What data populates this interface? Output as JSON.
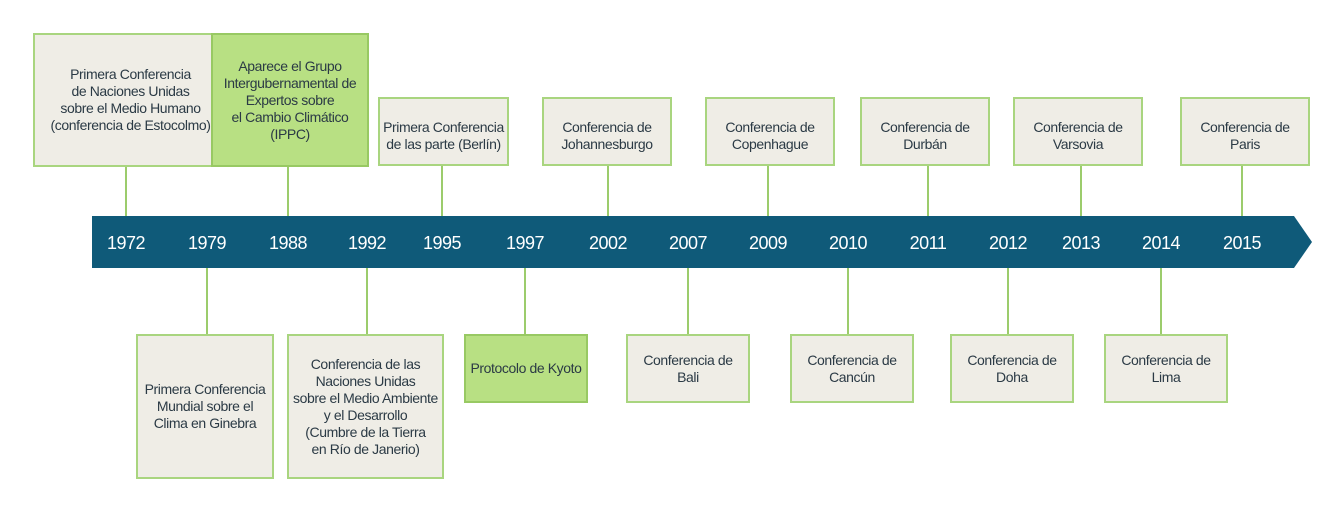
{
  "colors": {
    "bar": "#0f5a79",
    "box_fill": "#efede6",
    "box_border": "#a9d57f",
    "highlight_fill": "#b8e083",
    "stem": "#9ccc6c",
    "text": "#2b3a45"
  },
  "events": [
    {
      "year": "1972",
      "label": "Primera Conferencia\nde Naciones Unidas\nsobre el Medio Humano\n(conferencia de Estocolmo)",
      "side": "top",
      "highlight": false
    },
    {
      "year": "1979",
      "label": "Primera Conferencia\nMundial  sobre el\nClima en Ginebra",
      "side": "bottom",
      "highlight": false
    },
    {
      "year": "1988",
      "label": "Aparece el Grupo\nIntergubernamental de\nExpertos sobre\nel Cambio Climático\n(IPPC)",
      "side": "top",
      "highlight": true
    },
    {
      "year": "1992",
      "label": "Conferencia de las\nNaciones Unidas\nsobre el Medio Ambiente\ny el Desarrollo\n(Cumbre de la Tierra\nen Río de Janerio)",
      "side": "bottom",
      "highlight": false
    },
    {
      "year": "1995",
      "label": "Primera Conferencia\nde las parte (Berlín)",
      "side": "top",
      "highlight": false
    },
    {
      "year": "1997",
      "label": "Protocolo de Kyoto",
      "side": "bottom",
      "highlight": true
    },
    {
      "year": "2002",
      "label": "Conferencia de\nJohannesburgo",
      "side": "top",
      "highlight": false
    },
    {
      "year": "2007",
      "label": "Conferencia de\nBali",
      "side": "bottom",
      "highlight": false
    },
    {
      "year": "2009",
      "label": "Conferencia de\nCopenhague",
      "side": "top",
      "highlight": false
    },
    {
      "year": "2010",
      "label": "Conferencia de\nCancún",
      "side": "bottom",
      "highlight": false
    },
    {
      "year": "2011",
      "label": "Conferencia de\nDurbán",
      "side": "top",
      "highlight": false
    },
    {
      "year": "2012",
      "label": "Conferencia de\nDoha",
      "side": "bottom",
      "highlight": false
    },
    {
      "year": "2013",
      "label": "Conferencia de\nVarsovia",
      "side": "top",
      "highlight": false
    },
    {
      "year": "2014",
      "label": "Conferencia de\nLima",
      "side": "bottom",
      "highlight": false
    },
    {
      "year": "2015",
      "label": "Conferencia de\nParis",
      "side": "top",
      "highlight": false
    }
  ]
}
